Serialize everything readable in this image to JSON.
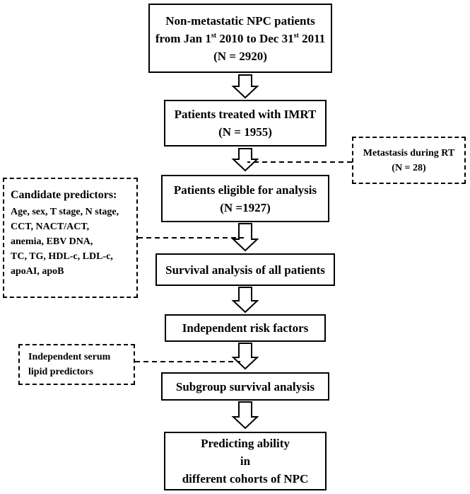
{
  "boxes": {
    "start": {
      "line1": "Non-metastatic NPC patients",
      "line2_prefix": "from Jan 1",
      "line2_sup1": "st",
      "line2_mid": " 2010 to Dec 31",
      "line2_sup2": "st",
      "line2_suffix": " 2011",
      "line3": "(N = 2920)"
    },
    "imrt": {
      "line1": "Patients treated with IMRT",
      "line2": "(N = 1955)"
    },
    "eligible": {
      "line1": "Patients eligible for analysis",
      "line2": "(N =1927)"
    },
    "survival_all": {
      "line1": "Survival analysis of all patients"
    },
    "risk_factors": {
      "line1": "Independent risk factors"
    },
    "subgroup": {
      "line1": "Subgroup survival analysis"
    },
    "predicting": {
      "line1": "Predicting ability",
      "line2": "in",
      "line3": "different cohorts of NPC"
    }
  },
  "side_boxes": {
    "metastasis": {
      "line1": "Metastasis during RT",
      "line2": "(N = 28)"
    },
    "candidates": {
      "title": "Candidate predictors:",
      "lines": [
        "Age, sex, T stage, N stage,",
        "CCT, NACT/ACT,",
        "anemia, EBV DNA,",
        "TC, TG, HDL-c, LDL-c,",
        "apoAI, apoB"
      ]
    },
    "lipid": {
      "line1": "Independent serum",
      "line2": "lipid predictors"
    }
  }
}
